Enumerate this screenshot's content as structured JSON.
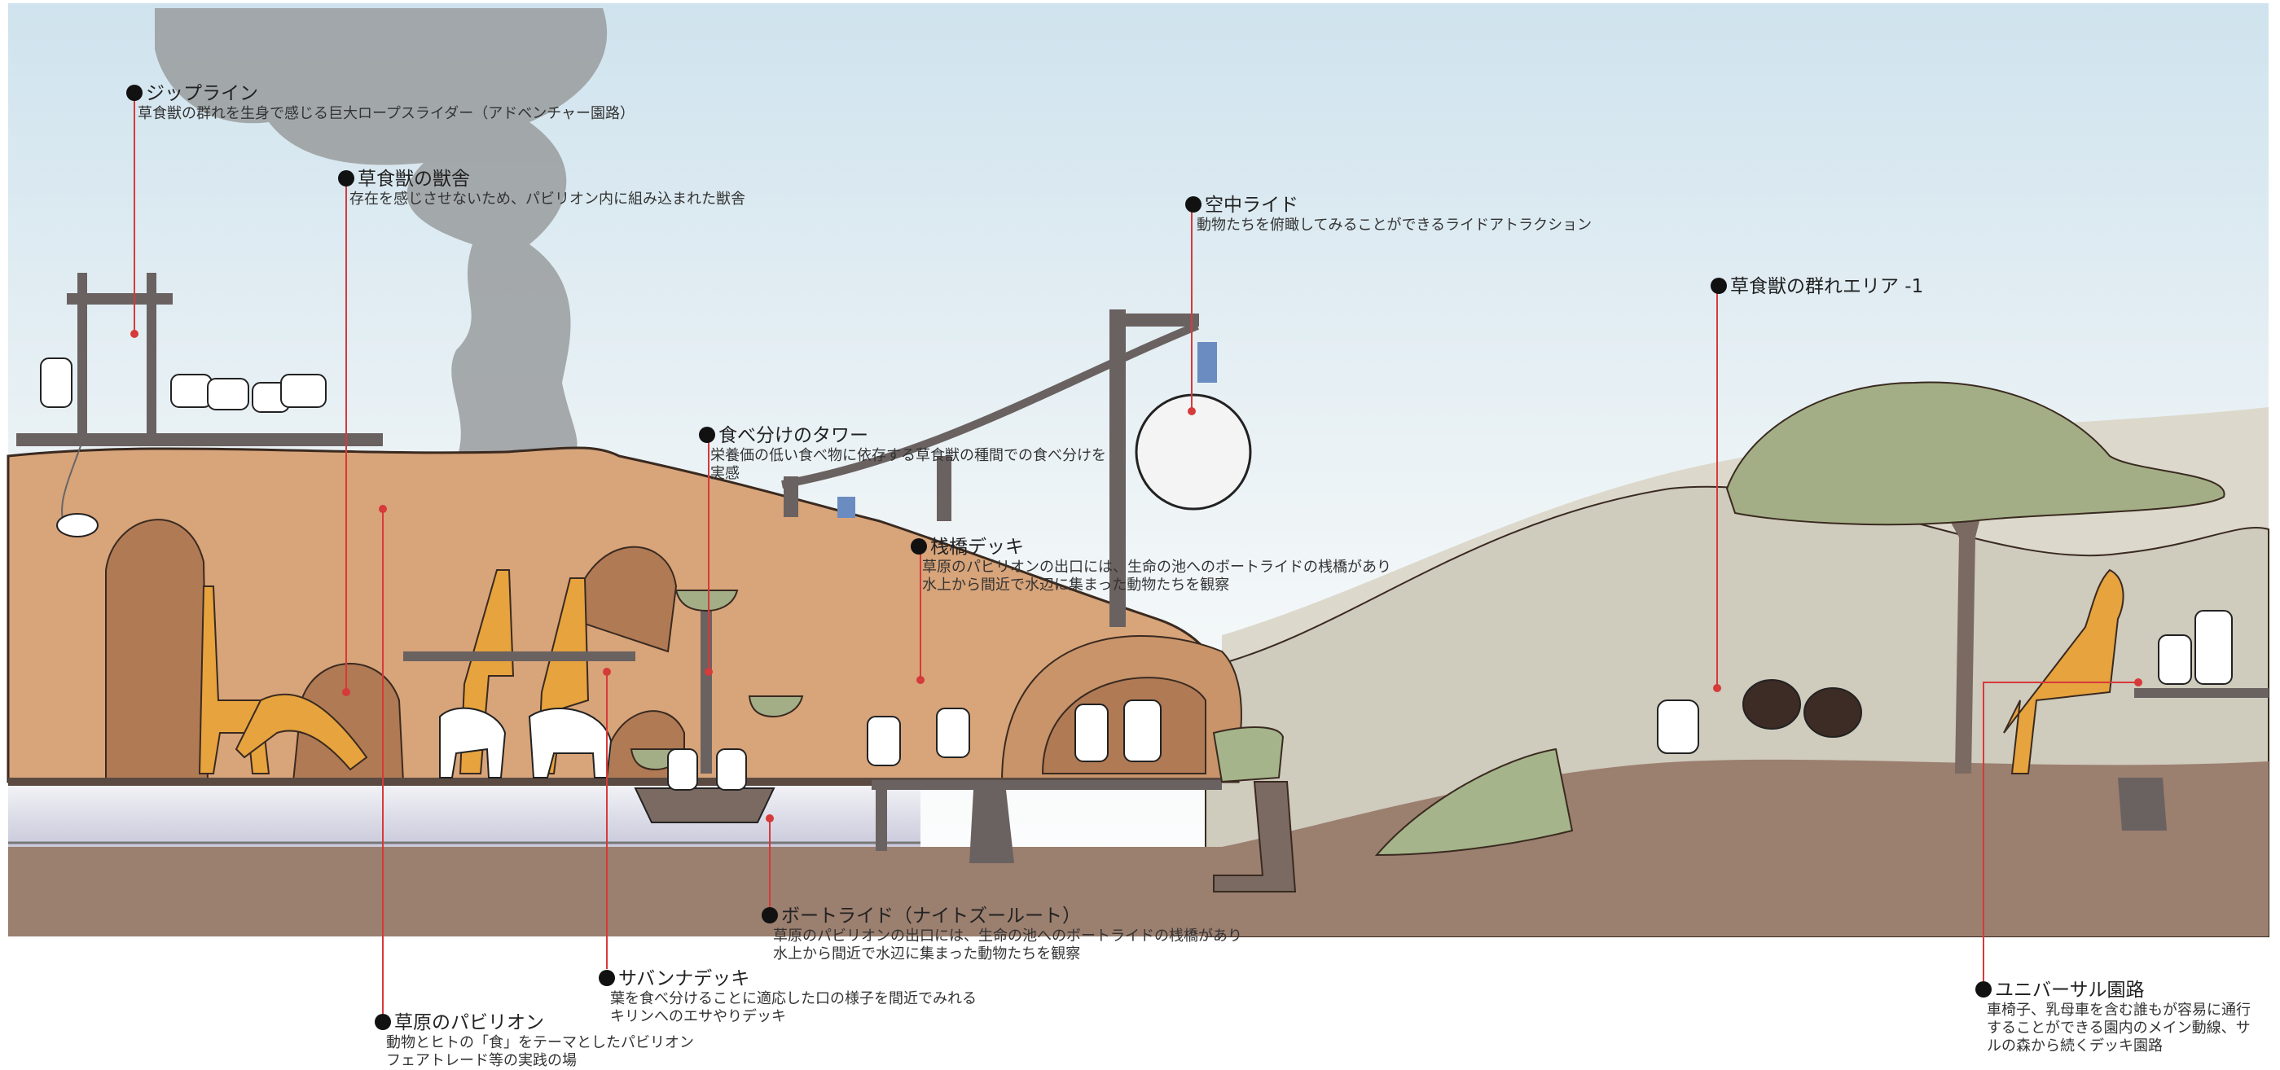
{
  "annotations": {
    "zipline": {
      "title": "ジップライン",
      "desc": "草食獣の群れを生身で感じる巨大ロープスライダー（アドベンチャー園路）"
    },
    "herbivore_barn": {
      "title": "草食獣の獣舎",
      "desc": "存在を感じさせないため、パビリオン内に組み込まれた獣舎"
    },
    "sky_ride": {
      "title": "空中ライド",
      "desc": "動物たちを俯瞰してみることができるライドアトラクション"
    },
    "herd_area": {
      "title": "草食獣の群れエリア -1"
    },
    "feeding_tower": {
      "title": "食べ分けのタワー",
      "desc": "栄養価の低い食べ物に依存する草食獣の種間での食べ分けを\n実感"
    },
    "pier_deck": {
      "title": "桟橋デッキ",
      "desc": "草原のパビリオンの出口には、生命の池へのボートライドの桟橋があり\n水上から間近で水辺に集まった動物たちを観察"
    },
    "boat_ride": {
      "title": "ボートライド（ナイトズールート）",
      "desc": "草原のパビリオンの出口には、生命の池へのボートライドの桟橋があり\n水上から間近で水辺に集まった動物たちを観察"
    },
    "savanna_deck": {
      "title": "サバンナデッキ",
      "desc": "葉を食べ分けることに適応した口の様子を間近でみれる\nキリンへのエサやりデッキ"
    },
    "grassland_pavilion": {
      "title": "草原のパビリオン",
      "desc": "動物とヒトの「食」をテーマとしたパビリオン\nフェアトレード等の実践の場"
    },
    "universal_path": {
      "title": "ユニバーサル園路",
      "desc": "車椅子、乳母車を含む誰もが容易に通行\nすることができる園内のメイン動線、サ\nルの森から続くデッキ園路"
    }
  },
  "colors": {
    "sky_top": "#cfe3ee",
    "sky_bottom": "#ffffff",
    "hill": "#d8a47a",
    "hill_outline": "#3a2a20",
    "cave": "#b07a55",
    "ground": "#9b7f6f",
    "savanna_hill": "#cfcbbd",
    "far_hill": "#dcd9cc",
    "water": "#e2e2ec",
    "tree_canopy": "#a3ae86",
    "giraffe": "#e6a33e",
    "smoke": "#999c9d",
    "leader_line": "#d63a3a",
    "post": "#6a6260",
    "grass_clump": "#a5b48a"
  },
  "icons": [
    "giraffe-icon",
    "zebra-icon",
    "ostrich-icon",
    "goat-icon",
    "visitor-icon",
    "acacia-tree-icon",
    "gondola-icon",
    "boat-icon",
    "zipline-rider-icon"
  ]
}
